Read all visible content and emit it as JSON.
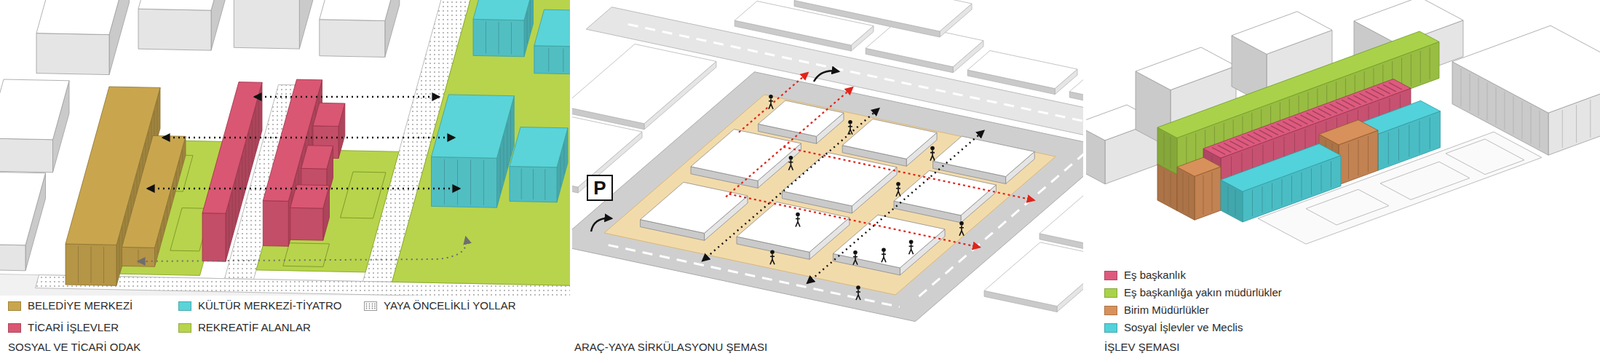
{
  "diagram": {
    "nodes": [
      {
        "text": [
          "P"
        ]
      }
    ],
    "labels": [
      "SOSYAL VE TİCARİ ODAK",
      "ARAÇ-YAYA SİRKÜLASYONU ŞEMASI",
      "İŞLEV ŞEMASI"
    ],
    "legend": [
      {
        "text": "BELEDİYE MERKEZİ",
        "color": "#c9a64e"
      },
      {
        "text": "KÜLTÜR MERKEZİ-TİYATRO",
        "color": "#5ad4d8"
      },
      {
        "text": "YAYA ÖNCELİKLİ YOLLAR"
      },
      {
        "text": "TİCARİ İŞLEVLER",
        "color": "#d95773"
      },
      {
        "text": "REKREATİF ALANLAR",
        "color": "#b8d44c"
      },
      {
        "text": "Eş başkanlık",
        "color": "#de5a7e"
      },
      {
        "text": "Eş başkanlığa yakın müdürlükler",
        "color": "#a9d24a"
      },
      {
        "text": "Birim Müdürlükler",
        "color": "#d8915a"
      },
      {
        "text": "Sosyal İşlevler ve Meclis",
        "color": "#52d2da"
      }
    ]
  }
}
